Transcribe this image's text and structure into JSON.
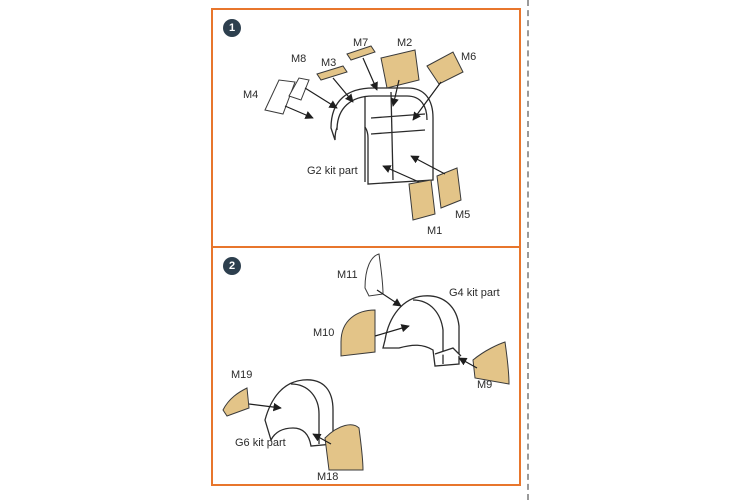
{
  "colors": {
    "frame": "#e8762c",
    "badge": "#2d3f4e",
    "mask": "#e3c488",
    "cutline": "#9a9a9a"
  },
  "steps": [
    {
      "number": "1",
      "labels": {
        "m8": "M8",
        "m3": "M3",
        "m7": "M7",
        "m2": "M2",
        "m6": "M6",
        "m4": "M4",
        "kit": "G2 kit part",
        "m5": "M5",
        "m1": "M1"
      }
    },
    {
      "number": "2",
      "labels": {
        "m11": "M11",
        "kit_top": "G4 kit part",
        "m10": "M10",
        "m9": "M9",
        "m19": "M19",
        "kit_bottom": "G6 kit part",
        "m18": "M18"
      }
    }
  ]
}
